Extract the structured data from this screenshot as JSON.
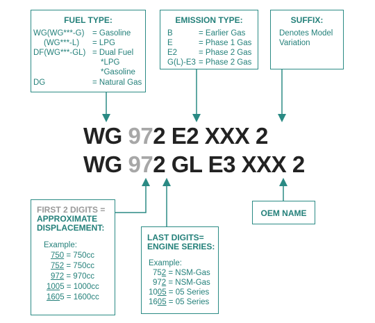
{
  "fuel_type": {
    "title": "FUEL TYPE:",
    "rows": [
      {
        "code": "WG(WG***-G)",
        "value": "= Gasoline"
      },
      {
        "code": "(WG***-L)",
        "value": "= LPG"
      },
      {
        "code": "DF(WG***-GL)",
        "value": "= Dual Fuel"
      },
      {
        "code": "",
        "value": "*LPG"
      },
      {
        "code": "",
        "value": "*Gasoline"
      },
      {
        "code": "DG",
        "value": "= Natural Gas"
      }
    ]
  },
  "emission_type": {
    "title": "EMISSION TYPE:",
    "rows": [
      {
        "code": "B",
        "value": "= Earlier Gas"
      },
      {
        "code": "E",
        "value": "= Phase 1 Gas"
      },
      {
        "code": "E2",
        "value": "= Phase 2 Gas"
      },
      {
        "code": "G(L)-E3",
        "value": "= Phase 2 Gas"
      }
    ]
  },
  "suffix": {
    "title": "SUFFIX:",
    "lines": [
      "Denotes Model",
      "Variation"
    ]
  },
  "codes": {
    "line1": {
      "a": "WG ",
      "b": "97",
      "c": "2 E2 XXX 2"
    },
    "line2": {
      "a": "WG ",
      "b": "97",
      "c": "2 GL E3 XXX 2"
    }
  },
  "first_digits": {
    "title_line1": "FIRST 2 DIGITS =",
    "title_line2": "APPROXIMATE",
    "title_line3": "DISPLACEMENT:",
    "example_label": "Example:",
    "rows": [
      {
        "under": "750",
        "rest": "",
        "value": "=    750cc"
      },
      {
        "under": "752",
        "rest": "",
        "value": "=    750cc"
      },
      {
        "under": "972",
        "rest": "",
        "value": "=    970cc"
      },
      {
        "under": "100",
        "rest": "5",
        "value": "= 1000cc"
      },
      {
        "under": "160",
        "rest": "5",
        "value": "= 1600cc"
      }
    ]
  },
  "last_digits": {
    "title_line1": "LAST DIGITS=",
    "title_line2": "ENGINE SERIES:",
    "example_label": "Example:",
    "rows": [
      {
        "lead": "75",
        "under": "2",
        "value": " = NSM-Gas"
      },
      {
        "lead": "97",
        "under": "2",
        "value": " = NSM-Gas"
      },
      {
        "lead": "10",
        "under": "05",
        "value": " = 05 Series"
      },
      {
        "lead": "16",
        "under": "05",
        "value": " = 05 Series"
      }
    ]
  },
  "oem": {
    "title": "OEM NAME"
  },
  "colors": {
    "teal": "#24807a",
    "code_text": "#222222",
    "gray_digits": "#a7a7a7"
  }
}
